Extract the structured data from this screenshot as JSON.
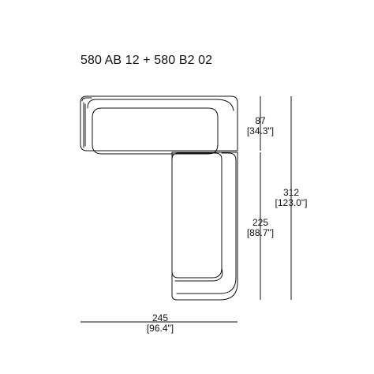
{
  "title": "580 AB 12 + 580 B2 02",
  "dimensions": {
    "depth_top": {
      "cm": "87",
      "in": "[34.3\"]"
    },
    "depth_chaise": {
      "cm": "225",
      "in": "[88.7\"]"
    },
    "total_depth": {
      "cm": "312",
      "in": "[123.0\"]"
    },
    "total_width": {
      "cm": "245",
      "in": "[96.4\"]"
    }
  }
}
